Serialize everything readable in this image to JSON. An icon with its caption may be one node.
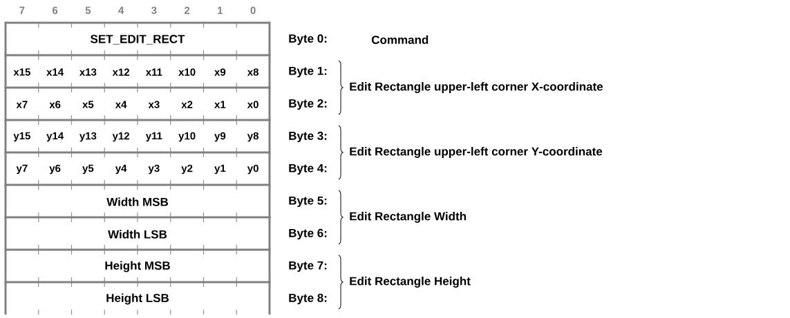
{
  "diagram": {
    "nodes": [
      {
        "text": [
          "SET_EDIT_RECT"
        ]
      },
      {
        "text": [
          "x15",
          "x14",
          "x13",
          "x12",
          "x11",
          "x10",
          "x9",
          "x8"
        ]
      },
      {
        "text": [
          "x7",
          "x6",
          "x5",
          "x4",
          "x3",
          "x2",
          "x1",
          "x0"
        ]
      },
      {
        "text": [
          "y15",
          "y14",
          "y13",
          "y12",
          "y11",
          "y10",
          "y9",
          "y8"
        ]
      },
      {
        "text": [
          "y7",
          "y6",
          "y5",
          "y4",
          "y3",
          "y2",
          "y1",
          "y0"
        ]
      },
      {
        "text": [
          "Width MSB"
        ]
      },
      {
        "text": [
          "Width LSB"
        ]
      },
      {
        "text": [
          "Height MSB"
        ]
      },
      {
        "text": [
          "Height LSB"
        ]
      }
    ],
    "labels": [
      "7",
      "6",
      "5",
      "4",
      "3",
      "2",
      "1",
      "0",
      "Byte 0:",
      "Command",
      "Byte 1:",
      "Edit Rectangle upper-left corner X-coordinate",
      "Byte 2:",
      "Byte 3:",
      "Edit Rectangle upper-left corner Y-coordinate",
      "Byte 4:",
      "Byte 5:",
      "Edit Rectangle Width",
      "Byte 6:",
      "Byte 7:",
      "Edit Rectangle Height",
      "Byte 8:"
    ]
  }
}
